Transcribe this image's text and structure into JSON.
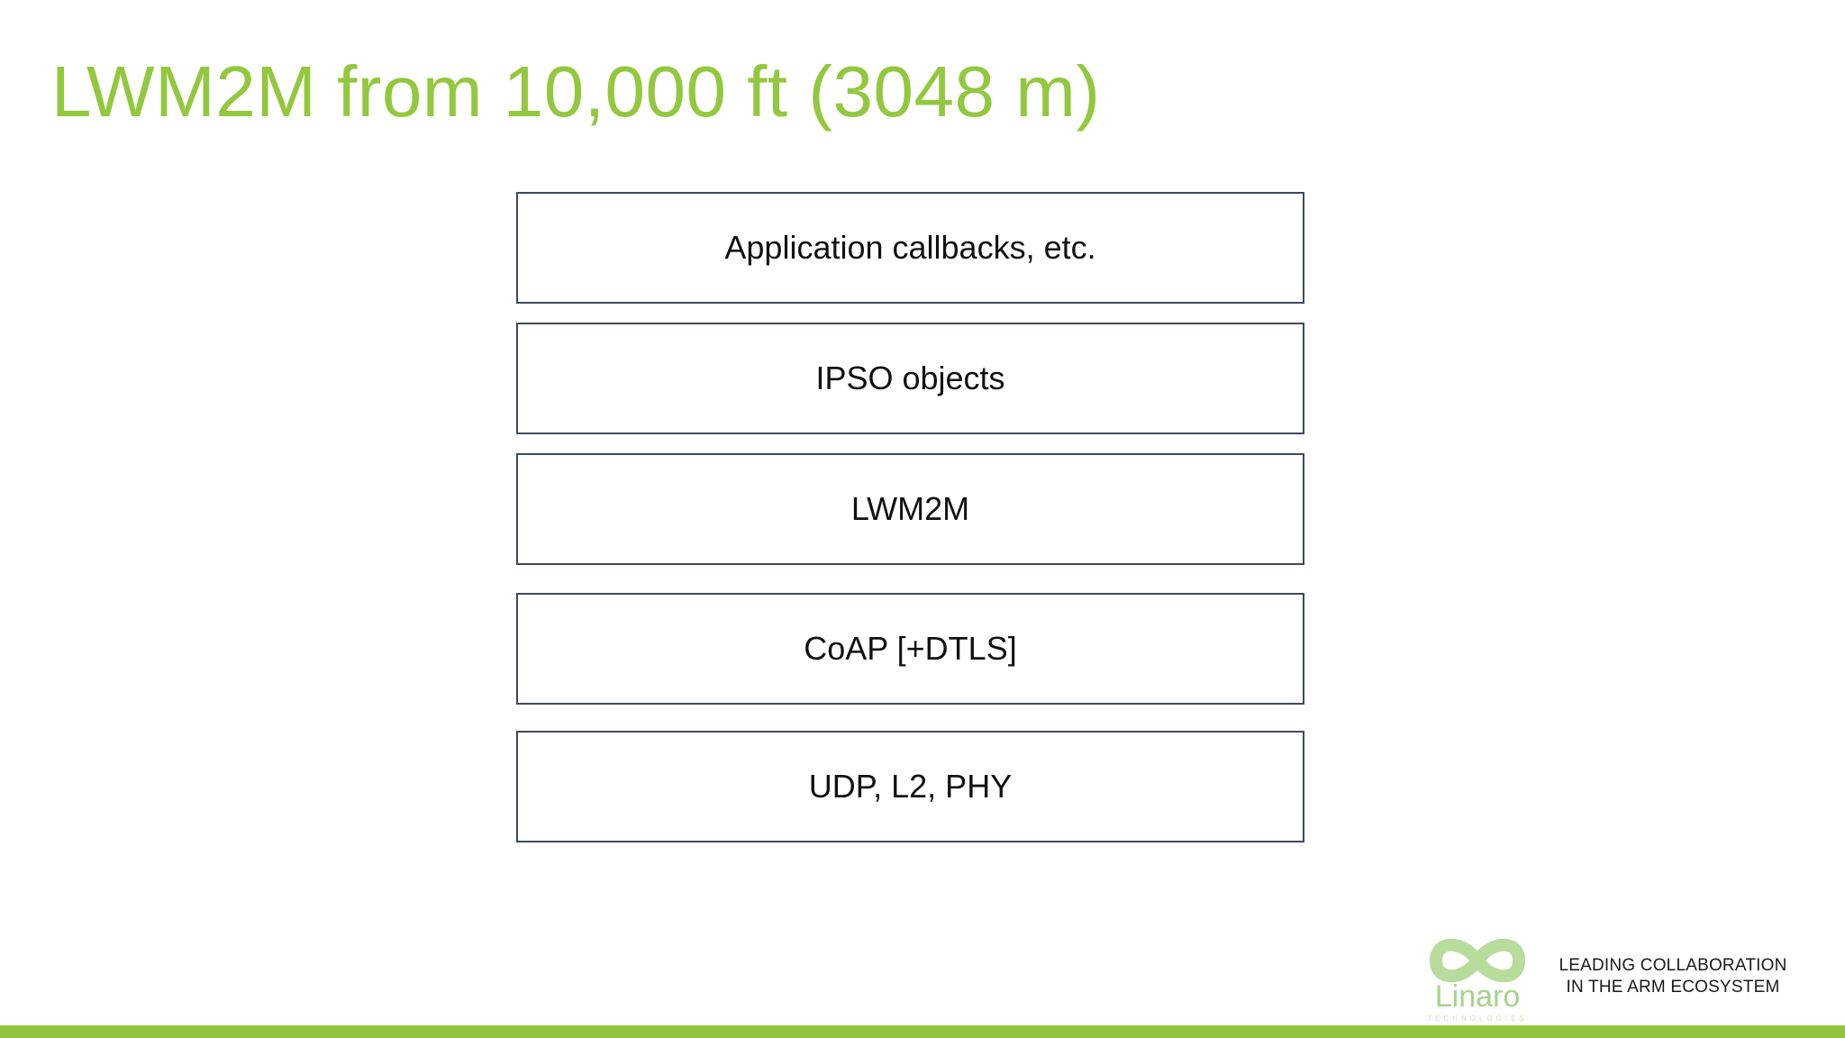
{
  "slide": {
    "title": "LWM2M from 10,000 ft (3048 m)"
  },
  "layers": [
    {
      "label": "Application callbacks, etc."
    },
    {
      "label": "IPSO objects"
    },
    {
      "label": "LWM2M"
    },
    {
      "label": "CoAP [+DTLS]"
    },
    {
      "label": "UDP, L2, PHY"
    }
  ],
  "footer": {
    "logo_text": "Linaro",
    "logo_subtext": "TECHNOLOGIES",
    "tagline_line1": "LEADING COLLABORATION",
    "tagline_line2": "IN THE ARM ECOSYSTEM"
  },
  "colors": {
    "title": "#92c83e",
    "accent_bar": "#8fc43c",
    "box_border": "#3e4a5c",
    "logo": "#a6d38b"
  }
}
